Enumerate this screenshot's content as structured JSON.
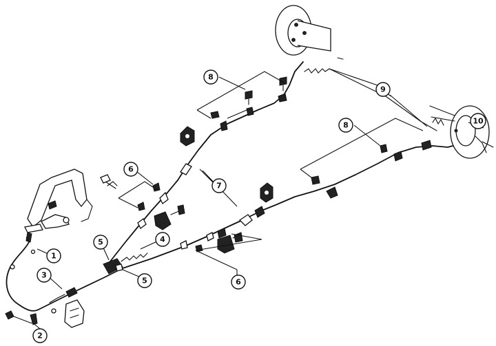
{
  "diagram": {
    "callouts": [
      {
        "id": "c1",
        "label": "1"
      },
      {
        "id": "c2",
        "label": "2"
      },
      {
        "id": "c3",
        "label": "3"
      },
      {
        "id": "c4",
        "label": "4"
      },
      {
        "id": "c5a",
        "label": "5"
      },
      {
        "id": "c5b",
        "label": "5"
      },
      {
        "id": "c6a",
        "label": "6"
      },
      {
        "id": "c6b",
        "label": "6"
      },
      {
        "id": "c7",
        "label": "7"
      },
      {
        "id": "c8a",
        "label": "8"
      },
      {
        "id": "c8b",
        "label": "8"
      },
      {
        "id": "c9",
        "label": "9"
      },
      {
        "id": "c10",
        "label": "10"
      }
    ]
  }
}
